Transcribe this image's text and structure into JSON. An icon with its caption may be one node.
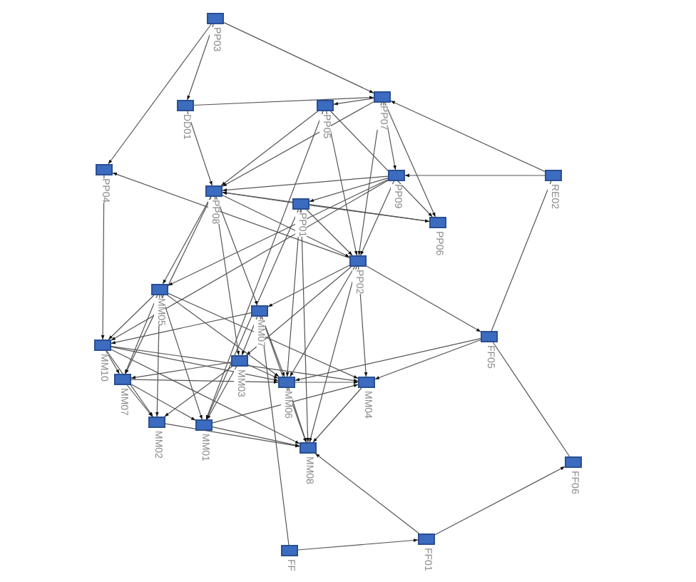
{
  "diagram": {
    "nodes": [
      {
        "text": [
          "PP03"
        ]
      },
      {
        "text": [
          "DD01"
        ]
      },
      {
        "text": [
          "PP05"
        ]
      },
      {
        "text": [
          "PP07"
        ]
      },
      {
        "text": [
          "PP04"
        ]
      },
      {
        "text": [
          "RE02"
        ]
      },
      {
        "text": [
          "PP08"
        ]
      },
      {
        "text": [
          "PP01"
        ]
      },
      {
        "text": [
          "PP09"
        ]
      },
      {
        "text": [
          "PP06"
        ]
      },
      {
        "text": [
          "PP02"
        ]
      },
      {
        "text": [
          "MM05"
        ]
      },
      {
        "text": [
          "MM07"
        ]
      },
      {
        "text": [
          "MM10"
        ]
      },
      {
        "text": [
          "FF05"
        ]
      },
      {
        "text": [
          "MM03"
        ]
      },
      {
        "text": [
          "MM07"
        ]
      },
      {
        "text": [
          "MM06"
        ]
      },
      {
        "text": [
          "MM04"
        ]
      },
      {
        "text": [
          "MM02"
        ]
      },
      {
        "text": [
          "MM01"
        ]
      },
      {
        "text": [
          "MM08"
        ]
      },
      {
        "text": [
          "FF06"
        ]
      },
      {
        "text": [
          "FF01"
        ]
      },
      {
        "text": [
          "FF"
        ]
      }
    ],
    "edges": [
      {
        "from": 0,
        "to": 1,
        "arrow": "to"
      },
      {
        "from": 0,
        "to": 4,
        "arrow": "to"
      },
      {
        "from": 0,
        "to": 3,
        "arrow": "to"
      },
      {
        "from": 1,
        "to": 3,
        "arrow": "to"
      },
      {
        "from": 3,
        "to": 2,
        "arrow": "to"
      },
      {
        "from": 1,
        "to": 6,
        "arrow": "to"
      },
      {
        "from": 4,
        "to": 13,
        "arrow": "to"
      },
      {
        "from": 10,
        "to": 4,
        "arrow": "to"
      },
      {
        "from": 2,
        "to": 6,
        "arrow": "to"
      },
      {
        "from": 3,
        "to": 6,
        "arrow": "to"
      },
      {
        "from": 7,
        "to": 6,
        "arrow": "to"
      },
      {
        "from": 8,
        "to": 6,
        "arrow": "to"
      },
      {
        "from": 9,
        "to": 6,
        "arrow": "to"
      },
      {
        "from": 3,
        "to": 8,
        "arrow": "to"
      },
      {
        "from": 3,
        "to": 9,
        "arrow": "to"
      },
      {
        "from": 3,
        "to": 10,
        "arrow": "to"
      },
      {
        "from": 2,
        "to": 10,
        "arrow": "to"
      },
      {
        "from": 2,
        "to": 9,
        "arrow": "to"
      },
      {
        "from": 5,
        "to": 8,
        "arrow": "to"
      },
      {
        "from": 5,
        "to": 3,
        "arrow": "to"
      },
      {
        "from": 5,
        "to": 14,
        "arrow": "none"
      },
      {
        "from": 7,
        "to": 10,
        "arrow": "to"
      },
      {
        "from": 7,
        "to": 9,
        "arrow": "to"
      },
      {
        "from": 8,
        "to": 10,
        "arrow": "to"
      },
      {
        "from": 8,
        "to": 7,
        "arrow": "to"
      },
      {
        "from": 6,
        "to": 10,
        "arrow": "to"
      },
      {
        "from": 6,
        "to": 11,
        "arrow": "to"
      },
      {
        "from": 6,
        "to": 15,
        "arrow": "to"
      },
      {
        "from": 6,
        "to": 16,
        "arrow": "to"
      },
      {
        "from": 6,
        "to": 12,
        "arrow": "to"
      },
      {
        "from": 10,
        "to": 14,
        "arrow": "to"
      },
      {
        "from": 14,
        "to": 18,
        "arrow": "to"
      },
      {
        "from": 14,
        "to": 17,
        "arrow": "to"
      },
      {
        "from": 14,
        "to": 22,
        "arrow": "none"
      },
      {
        "from": 23,
        "to": 22,
        "arrow": "to"
      },
      {
        "from": 23,
        "to": 21,
        "arrow": "to"
      },
      {
        "from": 24,
        "to": 23,
        "arrow": "to"
      },
      {
        "from": 24,
        "to": 12,
        "arrow": "none"
      },
      {
        "from": 10,
        "to": 18,
        "arrow": "to"
      },
      {
        "from": 10,
        "to": 21,
        "arrow": "to"
      },
      {
        "from": 10,
        "to": 17,
        "arrow": "to"
      },
      {
        "from": 10,
        "to": 15,
        "arrow": "to"
      },
      {
        "from": 10,
        "to": 12,
        "arrow": "to"
      },
      {
        "from": 11,
        "to": 13,
        "arrow": "to"
      },
      {
        "from": 11,
        "to": 16,
        "arrow": "to"
      },
      {
        "from": 11,
        "to": 19,
        "arrow": "to"
      },
      {
        "from": 11,
        "to": 20,
        "arrow": "to"
      },
      {
        "from": 11,
        "to": 17,
        "arrow": "to"
      },
      {
        "from": 11,
        "to": 18,
        "arrow": "to"
      },
      {
        "from": 12,
        "to": 15,
        "arrow": "to"
      },
      {
        "from": 12,
        "to": 17,
        "arrow": "to"
      },
      {
        "from": 12,
        "to": 21,
        "arrow": "to"
      },
      {
        "from": 12,
        "to": 13,
        "arrow": "to"
      },
      {
        "from": 13,
        "to": 16,
        "arrow": "to"
      },
      {
        "from": 13,
        "to": 19,
        "arrow": "to"
      },
      {
        "from": 13,
        "to": 17,
        "arrow": "to"
      },
      {
        "from": 13,
        "to": 18,
        "arrow": "to"
      },
      {
        "from": 13,
        "to": 21,
        "arrow": "to"
      },
      {
        "from": 15,
        "to": 16,
        "arrow": "to"
      },
      {
        "from": 15,
        "to": 17,
        "arrow": "to"
      },
      {
        "from": 15,
        "to": 19,
        "arrow": "to"
      },
      {
        "from": 15,
        "to": 20,
        "arrow": "to"
      },
      {
        "from": 16,
        "to": 19,
        "arrow": "to"
      },
      {
        "from": 16,
        "to": 20,
        "arrow": "to"
      },
      {
        "from": 16,
        "to": 17,
        "arrow": "to"
      },
      {
        "from": 19,
        "to": 21,
        "arrow": "to"
      },
      {
        "from": 20,
        "to": 21,
        "arrow": "to"
      },
      {
        "from": 17,
        "to": 21,
        "arrow": "to"
      },
      {
        "from": 18,
        "to": 21,
        "arrow": "to"
      },
      {
        "from": 17,
        "to": 18,
        "arrow": "to"
      },
      {
        "from": 20,
        "to": 18,
        "arrow": "to"
      },
      {
        "from": 7,
        "to": 21,
        "arrow": "to"
      },
      {
        "from": 7,
        "to": 17,
        "arrow": "to"
      },
      {
        "from": 7,
        "to": 20,
        "arrow": "to"
      },
      {
        "from": 8,
        "to": 11,
        "arrow": "to"
      },
      {
        "from": 8,
        "to": 13,
        "arrow": "to"
      },
      {
        "from": 2,
        "to": 20,
        "arrow": "to"
      }
    ]
  }
}
